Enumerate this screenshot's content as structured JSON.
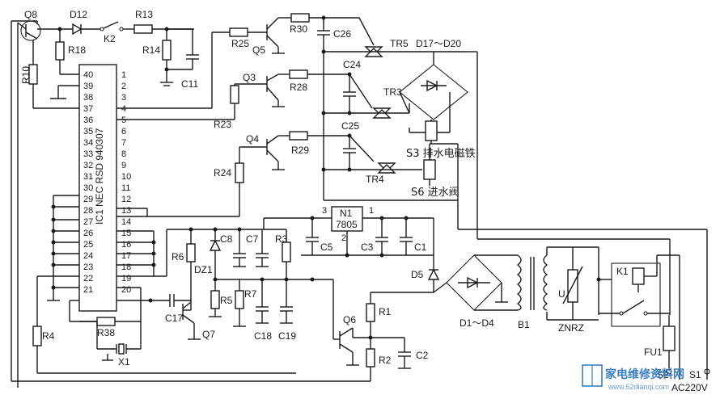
{
  "ic": {
    "name": "IC1 NEC RSD 940307",
    "left_pins": [
      "40",
      "39",
      "38",
      "37",
      "36",
      "35",
      "34",
      "33",
      "32",
      "31",
      "30",
      "29",
      "28",
      "27",
      "26",
      "25",
      "24",
      "23",
      "22",
      "21"
    ],
    "right_pins": [
      "1",
      "2",
      "3",
      "4",
      "5",
      "6",
      "7",
      "8",
      "9",
      "10",
      "11",
      "12",
      "13",
      "14",
      "15",
      "16",
      "17",
      "18",
      "19",
      "20"
    ]
  },
  "labels": {
    "q8": "Q8",
    "d12": "D12",
    "r13": "R13",
    "k2": "K2",
    "r18": "R18",
    "r14": "R14",
    "c11": "C11",
    "r10": "R10",
    "r25": "R25",
    "q5": "Q5",
    "r30": "R30",
    "c26": "C26",
    "tr5": "TR5",
    "d17_d20": "D17～D20",
    "q3": "Q3",
    "r28": "R28",
    "c24": "C24",
    "tr3": "TR3",
    "r23": "R23",
    "q4": "Q4",
    "r29": "R29",
    "c25": "C25",
    "tr4": "TR4",
    "r24": "R24",
    "s3": "S3 排水电磁铁",
    "s6": "S6 进水阀",
    "n1": "N1",
    "n1_part": "7805",
    "n1_pin1": "1",
    "n1_pin2": "2",
    "n1_pin3": "3",
    "c8": "C8",
    "c7": "C7",
    "r3": "R3",
    "c5": "C5",
    "c3": "C3",
    "c1": "C1",
    "r6": "R6",
    "dz1": "DZ1",
    "d5": "D5",
    "r5": "R5",
    "r7": "R7",
    "c17": "C17",
    "q7": "Q7",
    "c18": "C18",
    "c19": "C19",
    "r38": "R38",
    "x1": "X1",
    "r4": "R4",
    "q6": "Q6",
    "r1": "R1",
    "r2": "R2",
    "c2": "C2",
    "d1_d4": "D1～D4",
    "b1": "B1",
    "znrz": "ZNRZ",
    "u": "U",
    "k1": "K1",
    "fu1": "FU1",
    "s2": "S2",
    "s1": "S1",
    "ac": "AC220V"
  },
  "watermark": {
    "text": "家电维修资料网",
    "url": "www.52dianqi.com"
  }
}
